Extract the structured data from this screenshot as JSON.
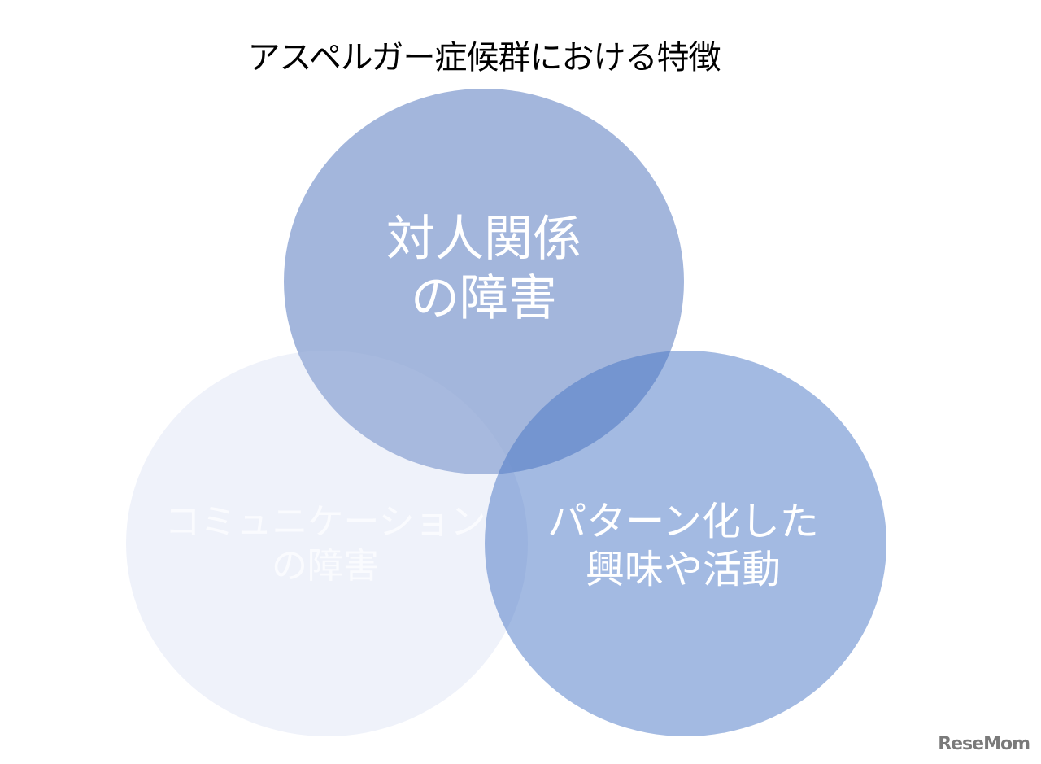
{
  "title": "アスペルガー症候群における特徴",
  "circles": {
    "top": {
      "line1": "対人関係",
      "line2": "の障害",
      "color": "#a3b6dc"
    },
    "left": {
      "line1": "コミュニケーション",
      "line2": "の障害",
      "color": "#f0f3fa"
    },
    "right": {
      "line1": "パターン化した",
      "line2": "興味や活動",
      "color": "#4472c4"
    }
  },
  "logo": "ReseMom"
}
